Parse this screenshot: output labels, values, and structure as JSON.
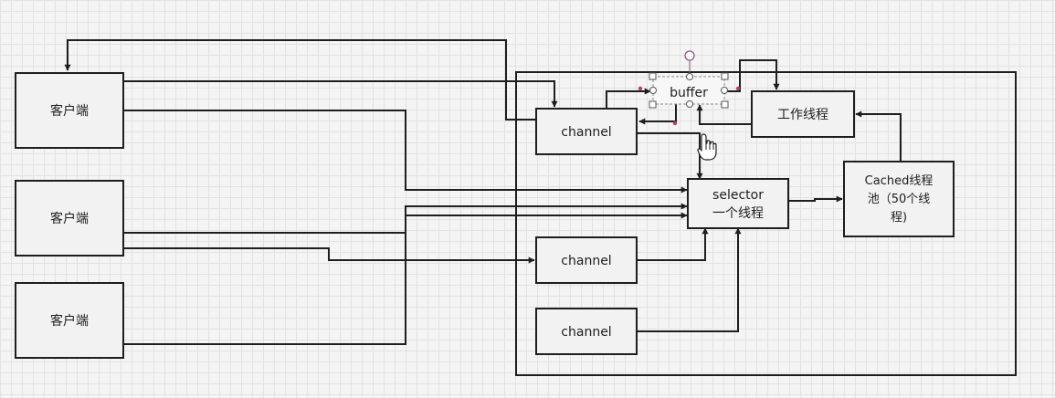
{
  "nodes": {
    "client1": "客户端",
    "client2": "客户端",
    "client3": "客户端",
    "channel_top": "channel",
    "channel_mid": "channel",
    "channel_bottom": "channel",
    "buffer": "buffer",
    "worker": "工作线程",
    "selector": [
      "selector",
      "一个线程"
    ],
    "pool": [
      "Cached线程",
      "池（50个线",
      "程)"
    ]
  },
  "colors": {
    "line": "#1e1e1e",
    "node_fill": "#f2f2f2",
    "grid": "#e2e2e2",
    "selection_point": "#c03a6a"
  },
  "icons": {
    "cursor": "hand-pointer-icon"
  }
}
